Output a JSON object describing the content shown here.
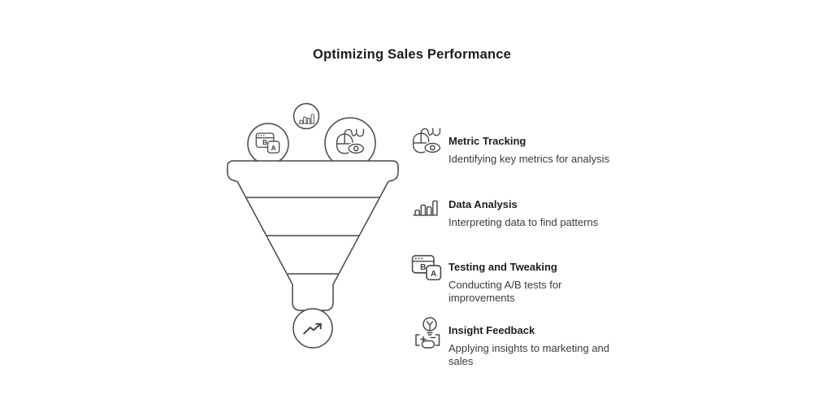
{
  "title": "Optimizing Sales Performance",
  "colors": {
    "background": "#ffffff",
    "line": "#474747",
    "heading_text": "#1e1e1e",
    "body_text": "#3b3b3b"
  },
  "funnel": {
    "section_count": 4,
    "top_badges": [
      {
        "icon": "ab-testing-icon"
      },
      {
        "icon": "bar-chart-icon"
      },
      {
        "icon": "mouse-eye-icon"
      }
    ],
    "bottom_badge": {
      "icon": "trend-up-icon"
    }
  },
  "ab_icon": {
    "letter_b": "B",
    "letter_a": "A"
  },
  "legend": {
    "items": [
      {
        "icon": "mouse-eye-icon",
        "title": "Metric Tracking",
        "description": "Identifying key metrics for analysis"
      },
      {
        "icon": "bar-chart-icon",
        "title": "Data Analysis",
        "description": "Interpreting data to find patterns"
      },
      {
        "icon": "ab-testing-icon",
        "title": "Testing and Tweaking",
        "description": "Conducting A/B tests for improvements"
      },
      {
        "icon": "insight-feedback-icon",
        "title": "Insight Feedback",
        "description": "Applying insights to marketing and sales"
      }
    ]
  }
}
